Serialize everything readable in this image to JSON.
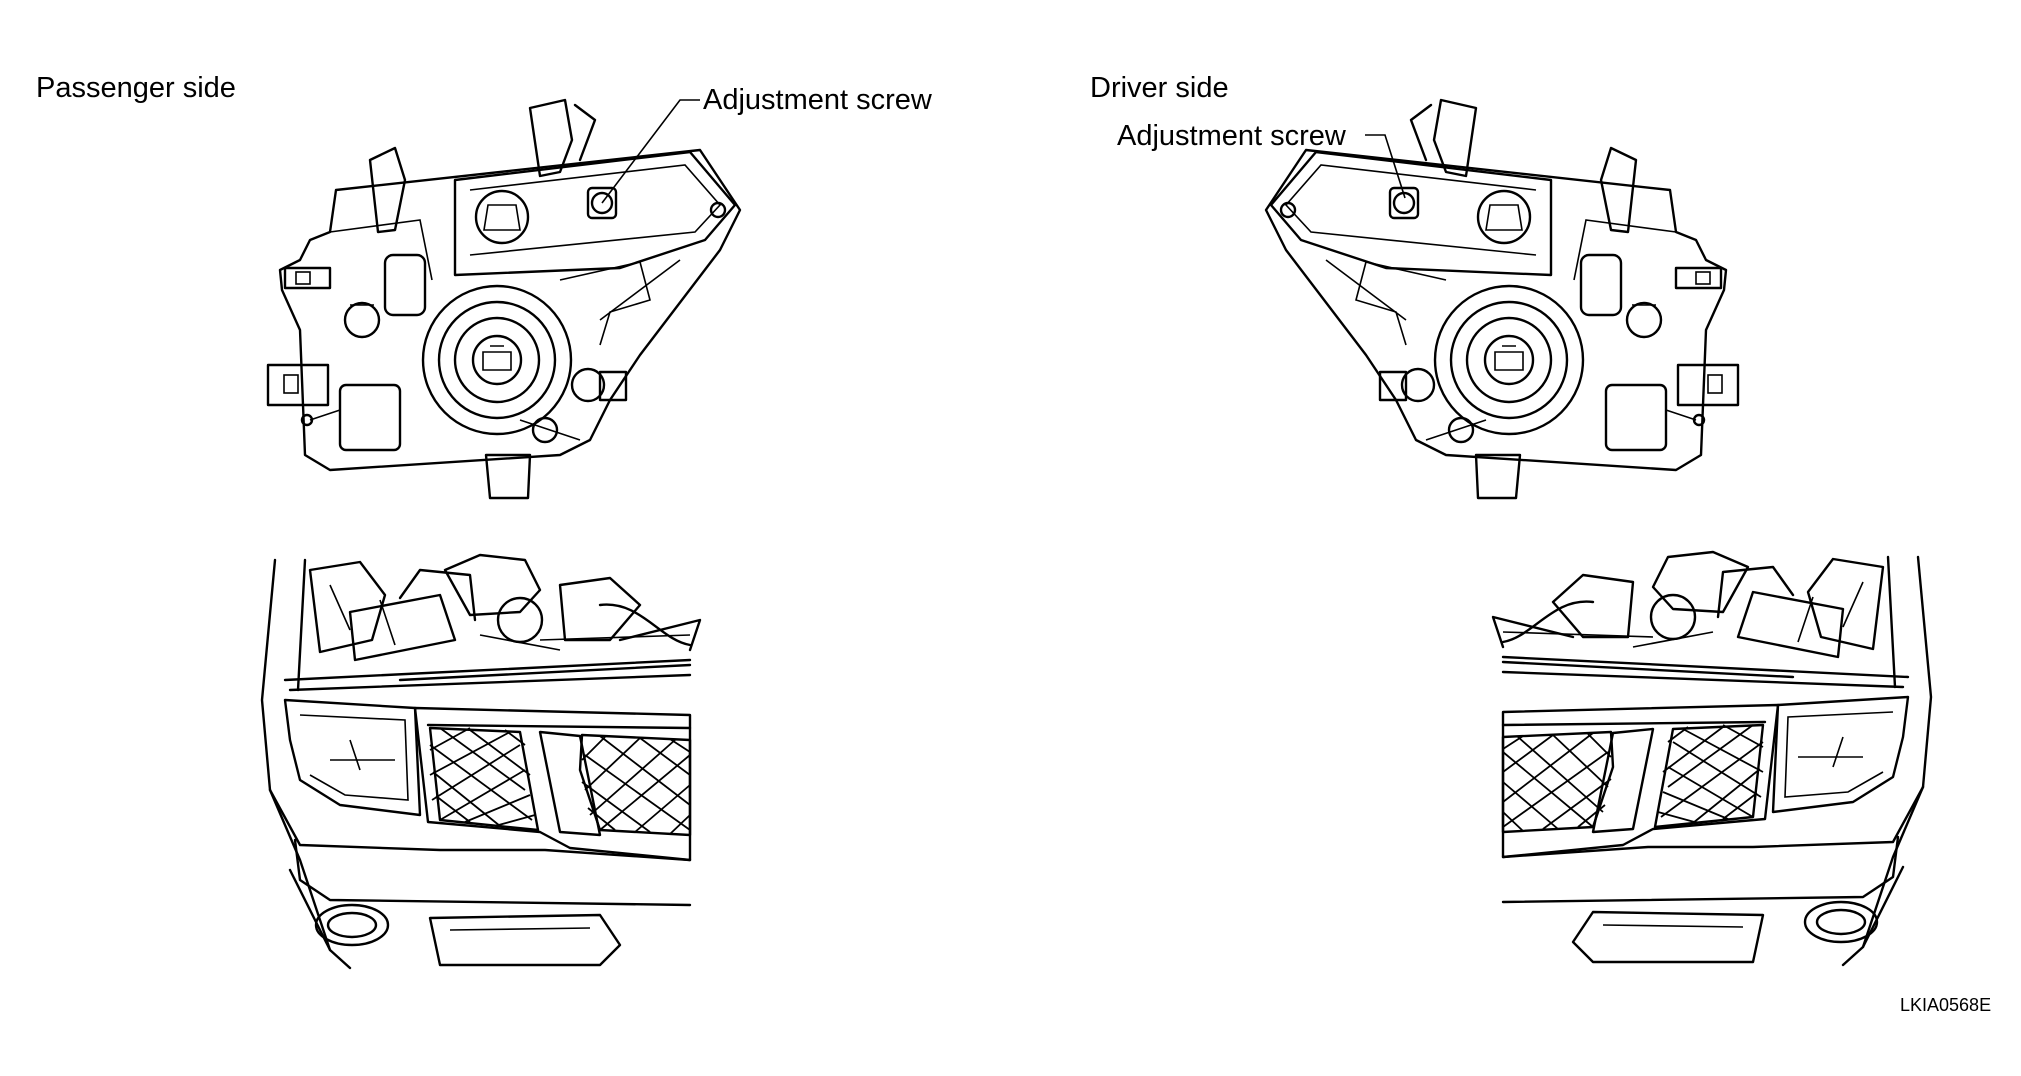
{
  "left_panel": {
    "title": "Passenger side",
    "callout": "Adjustment screw"
  },
  "right_panel": {
    "title": "Driver side",
    "callout": "Adjustment screw"
  },
  "figure_code": "LKIA0568E"
}
